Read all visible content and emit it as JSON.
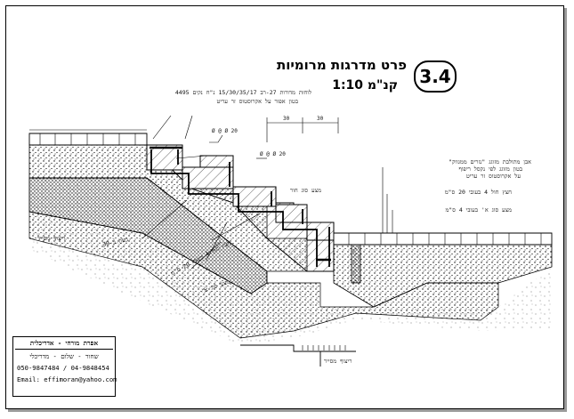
{
  "sheet": {
    "detail_number": "3.4",
    "title": "פרט מדרגות מרומיות",
    "scale": "קנ\"מ 1:10"
  },
  "notes": {
    "top_left_1": "לוחות מדורות 27-רב 15/30/35/17 נ\"ח נקים 4495",
    "top_left_2": "בטון אפור על אקרוסטוס זר עריט",
    "rebar_1": "Ø @ Ø 20",
    "rebar_2": "Ø @ Ø 20",
    "right_1": "אבן מתולבת מזוגג \"נזרים ממגווק\"",
    "right_2": "בטון מזוגג לפי נקסל ריפוף",
    "right_3": "על אקרוסטוס זר עריט",
    "right_4": "חצץ חול 4 בעובי 20 ס\"מ",
    "right_5": "מצע סוג א' בעובי 4 ס\"מ",
    "mid_1": "מצע סוג חור",
    "left_1": "ריצוף מסייר",
    "left_2": "בטון ב-30",
    "bottom_1": "חצץ חול 4 בעובי 20 ס\"מ",
    "bottom_2": "מצע סוג א'",
    "bottom_3": "ריצוף מסייר",
    "dim_1": "30",
    "dim_2": "30"
  },
  "title_block": {
    "line_1": "אפרת מורחי - אדריכלית",
    "line_2": "שחור - שלום - מדריכלי",
    "line_3": "050-9847484 / 04-9848454",
    "line_4": "Email: effimoran@yahoo.com"
  }
}
